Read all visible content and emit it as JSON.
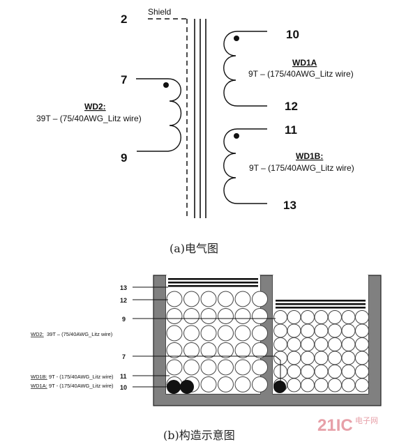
{
  "schematic": {
    "shield_label": "Shield",
    "pins": {
      "p2": "2",
      "p7": "7",
      "p9": "9",
      "p10": "10",
      "p12": "12",
      "p11": "11",
      "p13": "13"
    },
    "wd2": {
      "name": "WD2:",
      "spec": "39T – (75/40AWG_Litz wire)"
    },
    "wd1a": {
      "name": "WD1A",
      "spec": "9T – (175/40AWG_Litz wire)"
    },
    "wd1b": {
      "name": "WD1B:",
      "spec": "9T –  (175/40AWG_Litz wire)"
    },
    "caption": "(a)电气图"
  },
  "construction": {
    "numbers": {
      "n13": "13",
      "n12": "12",
      "n9": "9",
      "n7": "7",
      "n11": "11",
      "n10": "10"
    },
    "wd2": {
      "name": "WD2:",
      "spec": "39T – (75/40AWG_Litz wire)"
    },
    "wd1b": {
      "name": "WD1B:",
      "spec": "9T -   (175/40AWG_Litz wire)"
    },
    "wd1a": {
      "name": "WD1A:",
      "spec": "9T -   (175/40AWG_Litz wire)"
    },
    "caption": "(b)构造示意图"
  },
  "watermark": {
    "brand": "21IC",
    "sub": "电子网"
  }
}
